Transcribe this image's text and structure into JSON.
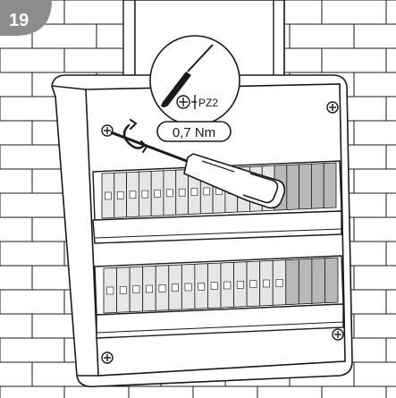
{
  "step": {
    "number": "19",
    "badge_color": "#8c8c8c"
  },
  "callout": {
    "bit_label": "PZ2",
    "torque_label": "0,7 Nm",
    "icons": [
      "screwdriver-icon",
      "pozidriv-bit-icon",
      "rotation-arrow-icon"
    ]
  },
  "colors": {
    "line": "#1a1a1a",
    "wall": "#ffffff",
    "panel": "#ffffff",
    "breaker_fill": "#e6e6e6",
    "blank_fill": "#b8b8b8",
    "badge": "#8c8c8c"
  },
  "rails": [
    {
      "name": "upper-din-rail",
      "breaker_count": 14,
      "blank_count": 5
    },
    {
      "name": "lower-din-rail",
      "breaker_count": 14,
      "blank_count": 4
    }
  ]
}
